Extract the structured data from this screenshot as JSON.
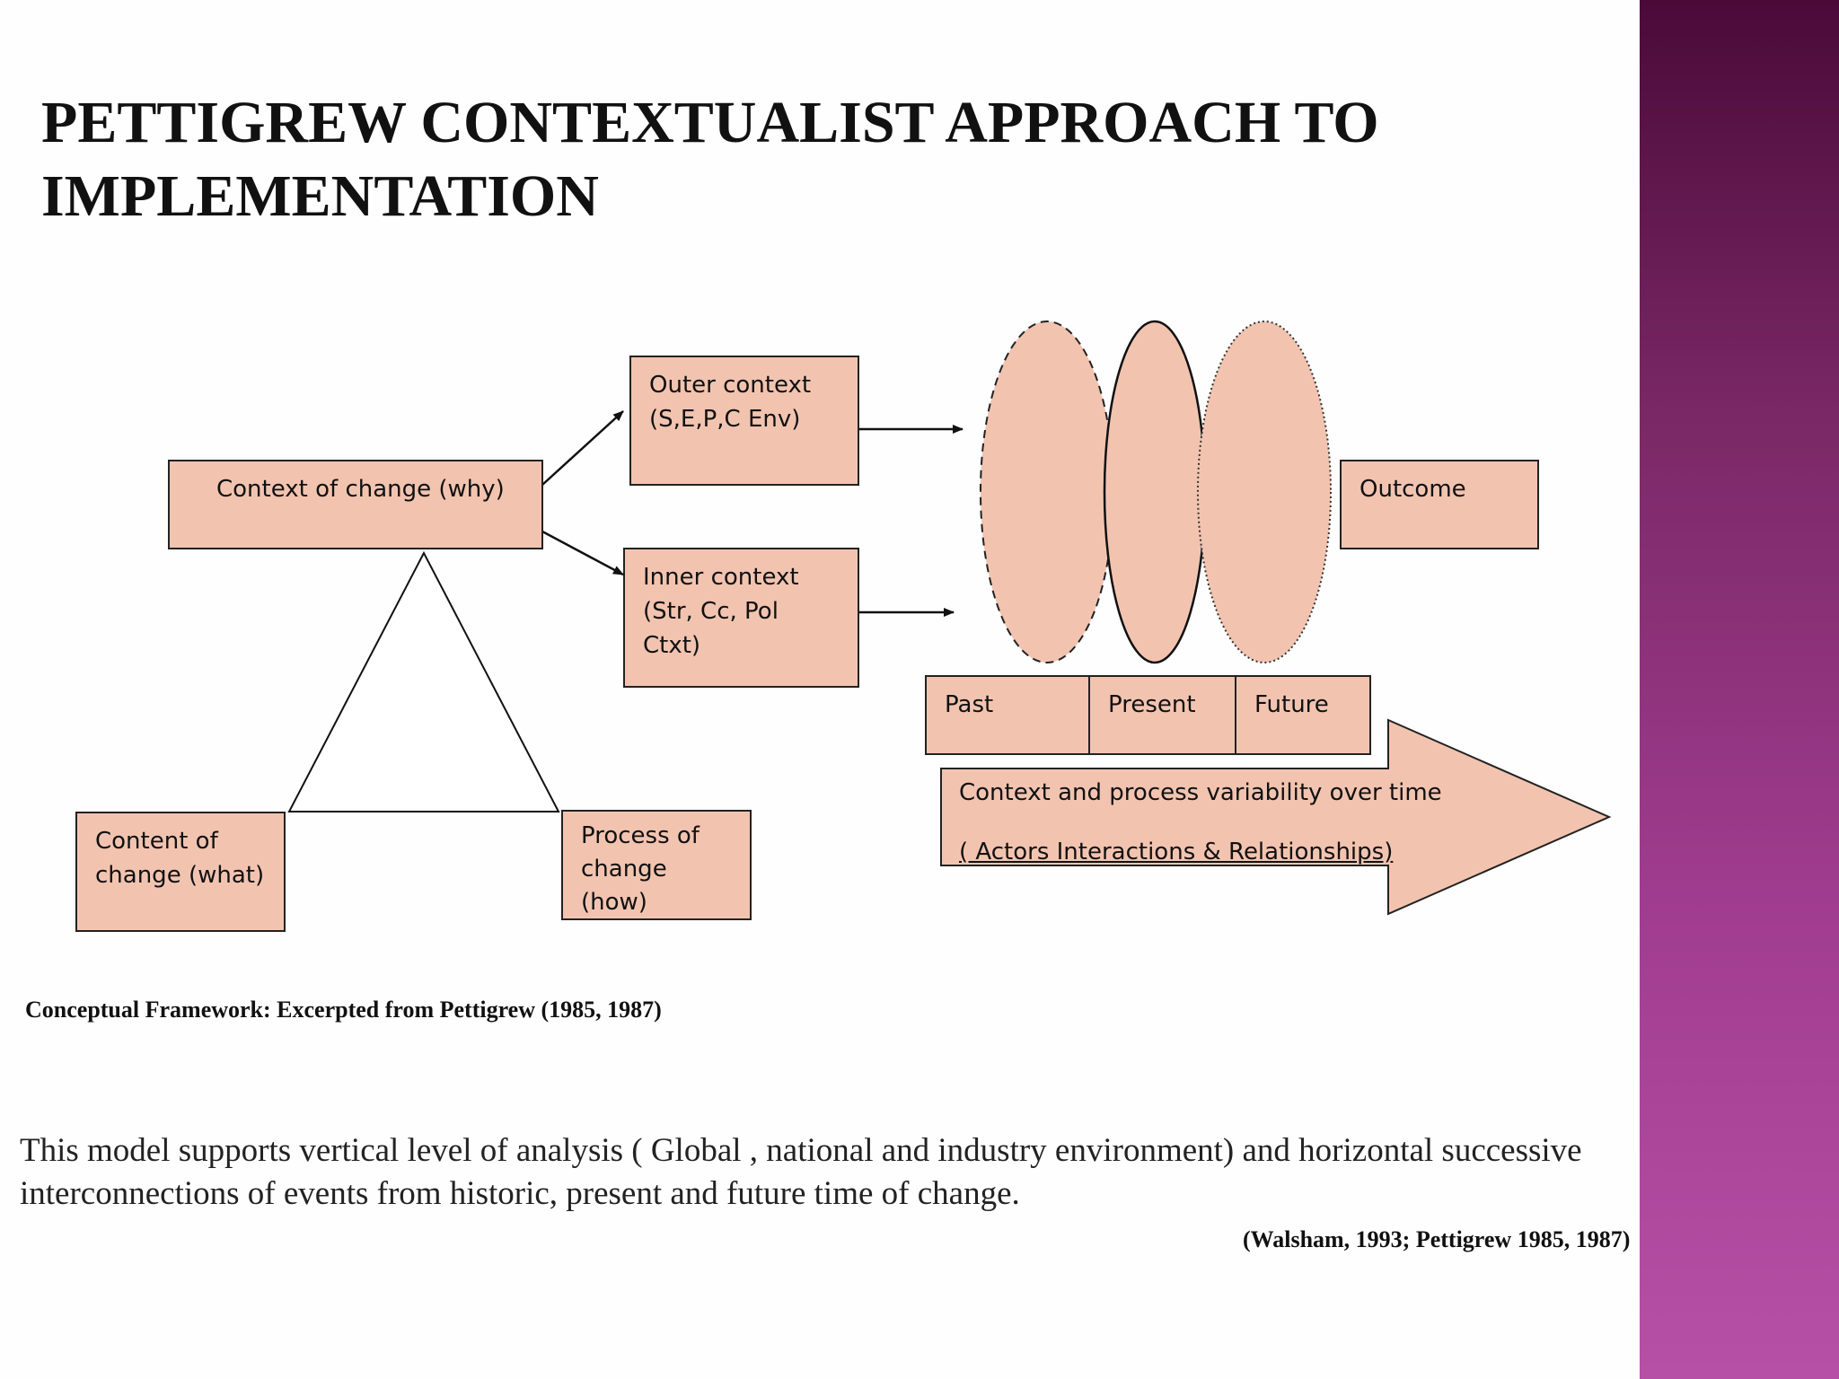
{
  "slide": {
    "title": "PETTIGREW CONTEXTUALIST APPROACH TO IMPLEMENTATION",
    "caption": "Conceptual Framework: Excerpted from Pettigrew (1985, 1987)",
    "body": "This model supports vertical level of analysis ( Global , national and industry environment) and horizontal successive interconnections of events from historic, present and future time of change.",
    "citation": "(Walsham, 1993; Pettigrew 1985, 1987)"
  },
  "diagram": {
    "context_of_change": "Context of change (why)",
    "outer_context": "Outer context\n(S,E,P,C Env)",
    "inner_context": "Inner context\n(Str, Cc, Pol Ctxt)",
    "content_of_change": "Content of\nchange (what)",
    "process_of_change": "Process of\nchange\n(how)",
    "outcome": "Outcome",
    "timeline": [
      "Past",
      "Present",
      "Future"
    ],
    "variability_line1": "Context and process variability over time",
    "variability_line2": "( Actors Interactions & Relationships)"
  },
  "colors": {
    "box_fill": "#f2c4b0",
    "band_top": "#4a0a38",
    "band_bottom": "#b650a6"
  }
}
